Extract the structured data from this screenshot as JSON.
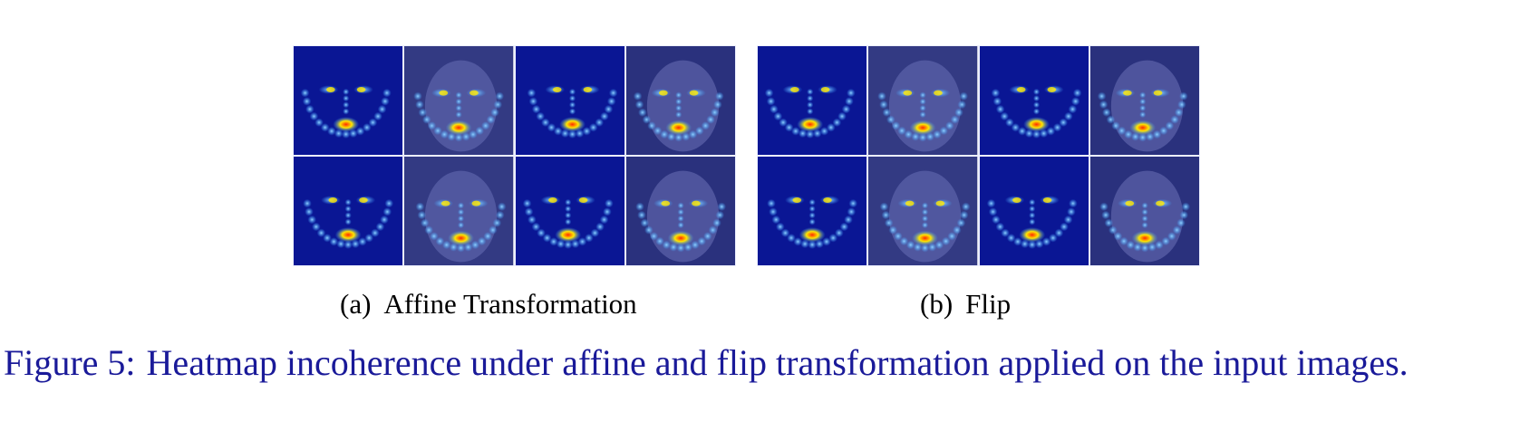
{
  "panels": [
    {
      "id": "a",
      "label": "(a)",
      "title": "Affine Transformation",
      "tiles": [
        "heatmap",
        "face-photo",
        "heatmap",
        "face-photo",
        "heatmap",
        "face-photo",
        "heatmap",
        "face-photo"
      ]
    },
    {
      "id": "b",
      "label": "(b)",
      "title": "Flip",
      "tiles": [
        "heatmap",
        "face-photo",
        "heatmap",
        "face-photo",
        "heatmap",
        "face-photo",
        "heatmap",
        "face-photo"
      ]
    }
  ],
  "figure": {
    "number": "Figure 5:",
    "text": "Heatmap incoherence under affine and flip transformation applied on the input images."
  },
  "colors": {
    "heatmap_bg": "#0a1694",
    "caption": "#1a1a99",
    "hot": "#ff2a00",
    "warm": "#ffe600",
    "cool": "#3aa0ff"
  }
}
